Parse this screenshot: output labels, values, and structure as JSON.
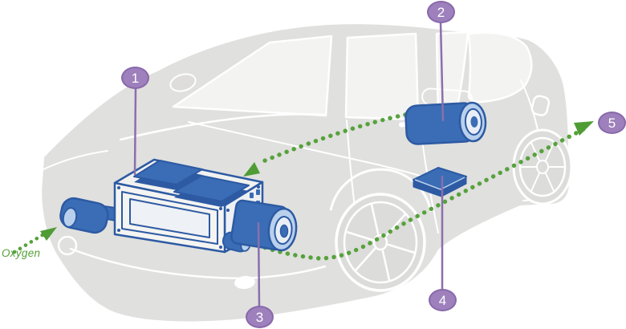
{
  "figure": {
    "type": "diagram",
    "subject": "hydrogen-fuel-cell-vehicle-cutaway",
    "callouts": [
      {
        "number": "1"
      },
      {
        "number": "2"
      },
      {
        "number": "3"
      },
      {
        "number": "4"
      },
      {
        "number": "5"
      }
    ],
    "annotations": {
      "oxygen": "Oxygen"
    },
    "colors": {
      "component_blue": "#3a6db5",
      "component_blue_dark": "#2d5aa3",
      "component_blue_light": "#b9d0ec",
      "panel_light": "#eef1f5",
      "callout_purple": "#9d80bc",
      "callout_purple_border": "#8868aa",
      "callout_stem_purple": "#8a6fae",
      "flow_green": "#56a23c",
      "arrow_green": "#4f9c35",
      "car_body_gray": "#e0e0de",
      "glass_gray": "#f3f3f1",
      "line_white": "#ffffff"
    }
  }
}
